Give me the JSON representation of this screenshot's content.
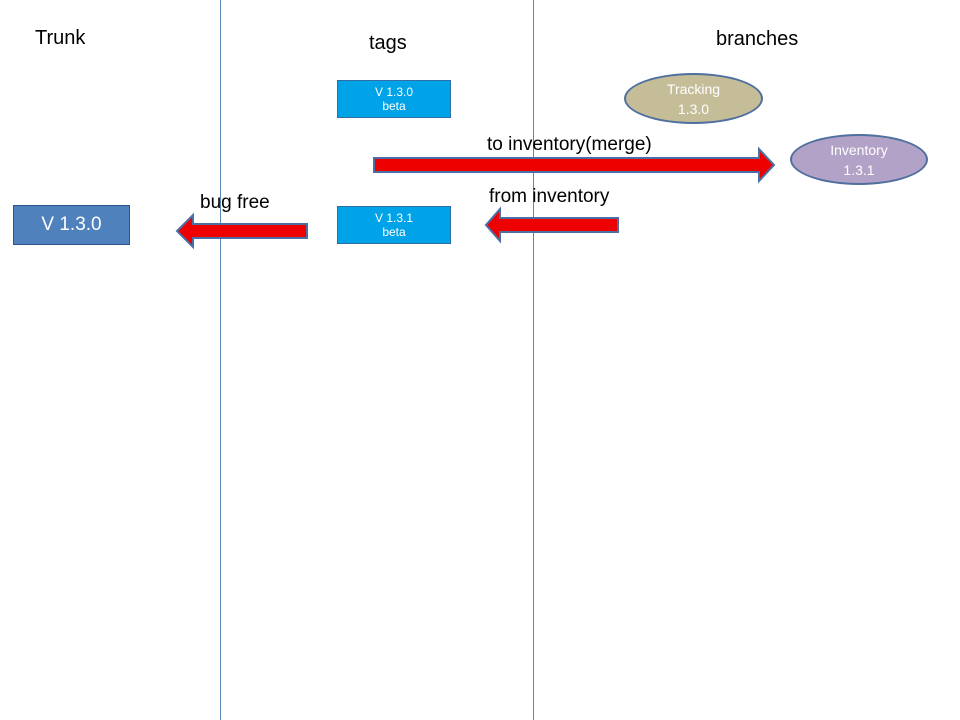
{
  "colors": {
    "column_divider": "#5b86b8",
    "tag_fill": "#00a2e8",
    "trunk_fill": "#4f81bd",
    "tracking_fill": "#c4bd97",
    "inventory_fill": "#b3a2c7",
    "arrow_fill": "#ee0000",
    "arrow_stroke": "#4a6fa5"
  },
  "columns": {
    "trunk": "Trunk",
    "tags": "tags",
    "branches": "branches"
  },
  "trunk_version": "V 1.3.0",
  "tags": [
    {
      "line1": "V 1.3.0",
      "line2": "beta"
    },
    {
      "line1": "V 1.3.1",
      "line2": "beta"
    }
  ],
  "branches": [
    {
      "line1": "Tracking",
      "line2": "1.3.0"
    },
    {
      "line1": "Inventory",
      "line2": "1.3.1"
    }
  ],
  "arrows": {
    "merge": "to inventory(merge)",
    "from_inventory": "from inventory",
    "bug_free": "bug free"
  }
}
